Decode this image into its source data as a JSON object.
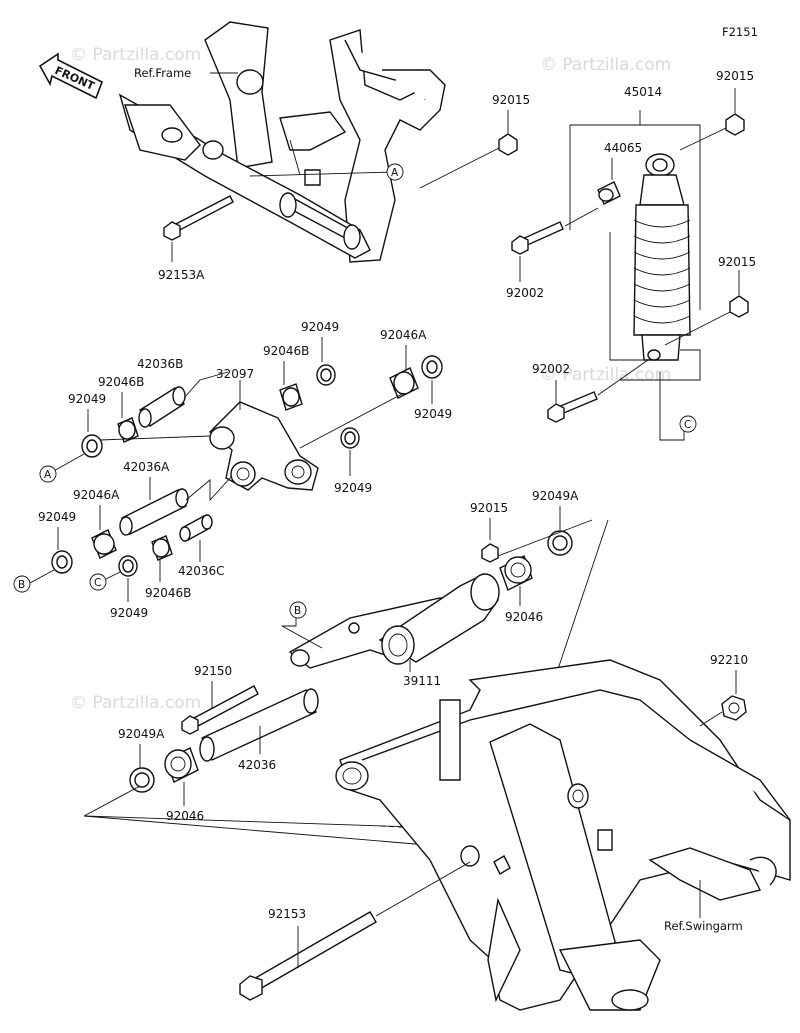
{
  "figure_code": "F2151",
  "watermark_text": "© Partzilla.com",
  "direction_label": "FRONT",
  "reference_labels": {
    "frame": "Ref.Frame",
    "swingarm": "Ref.Swingarm"
  },
  "callout_markers": [
    "A",
    "B",
    "C"
  ],
  "part_numbers": [
    "92015",
    "45014",
    "44065",
    "92153A",
    "92002",
    "92049",
    "42036B",
    "92046B",
    "92046A",
    "32097",
    "42036A",
    "42036C",
    "92049A",
    "92046",
    "39111",
    "92150",
    "42036",
    "92153",
    "92210"
  ]
}
